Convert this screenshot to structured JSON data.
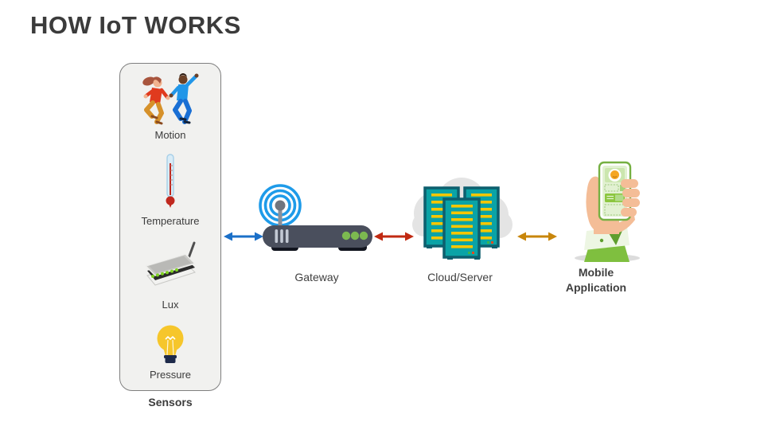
{
  "title": "HOW IoT WORKS",
  "sensors": {
    "group_label": "Sensors",
    "items": [
      {
        "label": "Motion",
        "icon": "motion-people-icon"
      },
      {
        "label": "Temperature",
        "icon": "thermometer-icon"
      },
      {
        "label": "Lux",
        "icon": "wireless-device-icon"
      },
      {
        "label": "Pressure",
        "icon": "light-bulb-icon"
      }
    ]
  },
  "nodes": {
    "gateway": {
      "label": "Gateway",
      "icon": "gateway-router-icon"
    },
    "cloud": {
      "label": "Cloud/Server",
      "icon": "cloud-server-icon"
    },
    "mobile": {
      "label": "Mobile Application",
      "icon": "hand-holding-phone-icon"
    }
  },
  "arrows": {
    "sensors_to_gateway": {
      "color": "#1b70c8",
      "direction": "bidirectional"
    },
    "gateway_to_cloud": {
      "color": "#c12a12",
      "direction": "bidirectional"
    },
    "cloud_to_mobile": {
      "color": "#c8860b",
      "direction": "bidirectional"
    }
  },
  "colors": {
    "title_text": "#3b3b3b",
    "box_fill": "#f1f1ef",
    "box_border": "#7f7f7f",
    "router_body": "#4a4f5d",
    "wifi_blue": "#1e9be9",
    "server_teal": "#0aa3a6",
    "server_border": "#0d5f6e",
    "server_slot_yellow": "#f7c600",
    "bulb_yellow": "#f6c62b",
    "phone_green": "#8cc63f"
  }
}
